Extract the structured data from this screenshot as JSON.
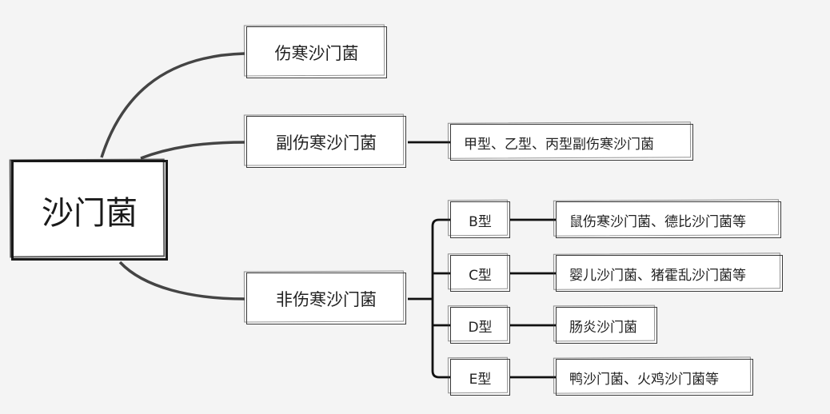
{
  "root": {
    "label": "沙门菌"
  },
  "branches": [
    {
      "label": "伤寒沙门菌"
    },
    {
      "label": "副伤寒沙门菌",
      "detail": "甲型、乙型、丙型副伤寒沙门菌"
    },
    {
      "label": "非伤寒沙门菌",
      "types": [
        {
          "label": "B型",
          "detail": "鼠伤寒沙门菌、德比沙门菌等"
        },
        {
          "label": "C型",
          "detail": "婴儿沙门菌、猪霍乱沙门菌等"
        },
        {
          "label": "D型",
          "detail": "肠炎沙门菌"
        },
        {
          "label": "E型",
          "detail": "鸭沙门菌、火鸡沙门菌等"
        }
      ]
    }
  ]
}
